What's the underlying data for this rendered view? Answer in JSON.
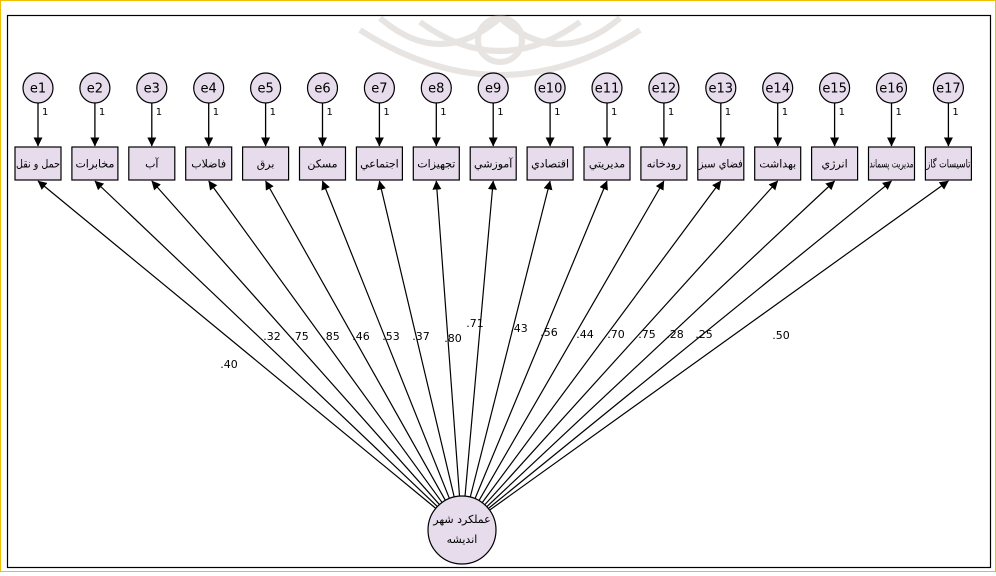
{
  "diagram": {
    "latent": {
      "label_line1": "عملکرد شهر",
      "label_line2": "اندیشه"
    },
    "indicators": [
      {
        "error": "e1",
        "label": "حمل و نقل",
        "loading": ".40"
      },
      {
        "error": "e2",
        "label": "مخابرات",
        "loading": ".32"
      },
      {
        "error": "e3",
        "label": "آب",
        "loading": ".75"
      },
      {
        "error": "e4",
        "label": "فاضلاب",
        "loading": ".85"
      },
      {
        "error": "e5",
        "label": "برق",
        "loading": ".46"
      },
      {
        "error": "e6",
        "label": "مسکن",
        "loading": ".53"
      },
      {
        "error": "e7",
        "label": "اجتماعي",
        "loading": ".37"
      },
      {
        "error": "e8",
        "label": "تجهيزات",
        "loading": ".80"
      },
      {
        "error": "e9",
        "label": "آموزشي",
        "loading": ".71"
      },
      {
        "error": "e10",
        "label": "اقتصادي",
        "loading": ".43"
      },
      {
        "error": "e11",
        "label": "مديريتي",
        "loading": ".56"
      },
      {
        "error": "e12",
        "label": "رودخانه",
        "loading": ".44"
      },
      {
        "error": "e13",
        "label": "فضاي سبز",
        "loading": ".70"
      },
      {
        "error": "e14",
        "label": "بهداشت",
        "loading": ".75"
      },
      {
        "error": "e15",
        "label": "انرژي",
        "loading": ".28"
      },
      {
        "error": "e16",
        "label": "مديريت پسماند",
        "loading": ".25"
      },
      {
        "error": "e17",
        "label": "تاسیسات گاز",
        "loading": ".50"
      }
    ],
    "error_path_label": "1",
    "colors": {
      "node_fill": "#e6dcec",
      "stroke": "#000000",
      "outer_frame": "#f0c000",
      "watermark": "#bdb5ad"
    }
  }
}
